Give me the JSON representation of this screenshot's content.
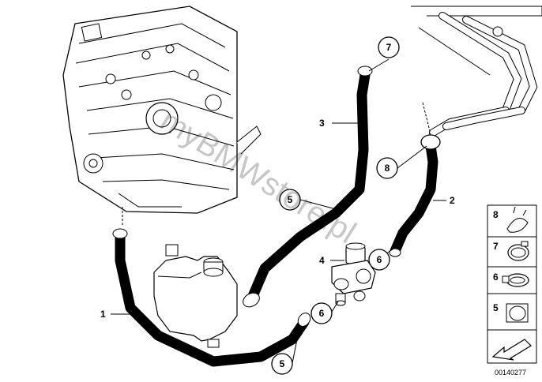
{
  "part_labels": [
    "1",
    "2",
    "3",
    "4"
  ],
  "callouts": [
    "5",
    "5",
    "6",
    "6",
    "7",
    "8"
  ],
  "legend": {
    "items": [
      {
        "num": "8",
        "icon": "clamp-spring-icon"
      },
      {
        "num": "7",
        "icon": "hose-clamp-icon"
      },
      {
        "num": "6",
        "icon": "screw-clamp-icon"
      },
      {
        "num": "5",
        "icon": "hose-clip-icon"
      }
    ]
  },
  "document_number": "00140277",
  "watermark": "myBMWstore.pl"
}
